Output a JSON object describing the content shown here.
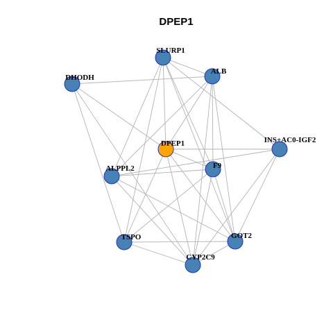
{
  "title": "DPEP1",
  "colors": {
    "default_node": "#4682b4",
    "center_node": "#ffa500",
    "node_border": "#1f2fc7",
    "edge": "#b3b3b3"
  },
  "nodes": [
    {
      "id": "SLURP1",
      "label": "SLURP1",
      "center": false
    },
    {
      "id": "ALB",
      "label": "ALB",
      "center": false
    },
    {
      "id": "DHODH",
      "label": "DHODH",
      "center": false
    },
    {
      "id": "DPEP1",
      "label": "DPEP1",
      "center": true
    },
    {
      "id": "INS+AC0-IGF2",
      "label": "INS+AC0-IGF2",
      "center": false
    },
    {
      "id": "F9",
      "label": "F9",
      "center": false
    },
    {
      "id": "ALPPL2",
      "label": "ALPPL2",
      "center": false
    },
    {
      "id": "TSPO",
      "label": "TSPO",
      "center": false
    },
    {
      "id": "GOT2",
      "label": "GOT2",
      "center": false
    },
    {
      "id": "CYP2C9",
      "label": "CYP2C9",
      "center": false
    }
  ],
  "edges": [
    [
      "SLURP1",
      "ALB"
    ],
    [
      "SLURP1",
      "DPEP1"
    ],
    [
      "SLURP1",
      "INS+AC0-IGF2"
    ],
    [
      "SLURP1",
      "F9"
    ],
    [
      "SLURP1",
      "ALPPL2"
    ],
    [
      "SLURP1",
      "TSPO"
    ],
    [
      "SLURP1",
      "GOT2"
    ],
    [
      "DHODH",
      "ALB"
    ],
    [
      "DHODH",
      "DPEP1"
    ],
    [
      "DHODH",
      "TSPO"
    ],
    [
      "DHODH",
      "CYP2C9"
    ],
    [
      "ALB",
      "ALPPL2"
    ],
    [
      "ALB",
      "DPEP1"
    ],
    [
      "ALB",
      "F9"
    ],
    [
      "ALB",
      "GOT2"
    ],
    [
      "ALB",
      "CYP2C9"
    ],
    [
      "DPEP1",
      "INS+AC0-IGF2"
    ],
    [
      "DPEP1",
      "F9"
    ],
    [
      "DPEP1",
      "TSPO"
    ],
    [
      "DPEP1",
      "GOT2"
    ],
    [
      "DPEP1",
      "CYP2C9"
    ],
    [
      "INS+AC0-IGF2",
      "ALPPL2"
    ],
    [
      "INS+AC0-IGF2",
      "CYP2C9"
    ],
    [
      "INS+AC0-IGF2",
      "GOT2"
    ],
    [
      "F9",
      "ALPPL2"
    ],
    [
      "F9",
      "TSPO"
    ],
    [
      "F9",
      "CYP2C9"
    ],
    [
      "F9",
      "GOT2"
    ],
    [
      "ALPPL2",
      "GOT2"
    ],
    [
      "ALPPL2",
      "CYP2C9"
    ],
    [
      "TSPO",
      "GOT2"
    ],
    [
      "TSPO",
      "CYP2C9"
    ],
    [
      "GOT2",
      "CYP2C9"
    ]
  ]
}
